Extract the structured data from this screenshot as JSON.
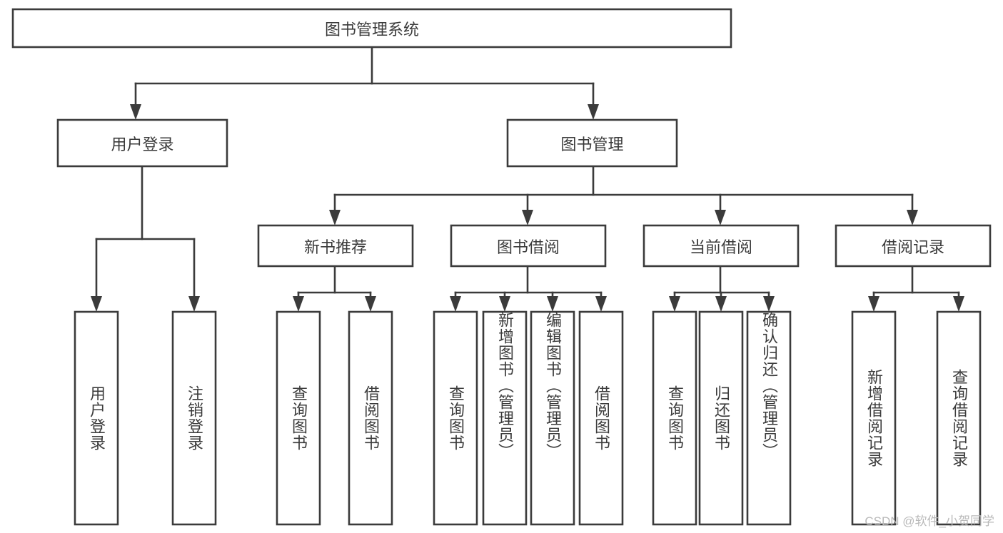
{
  "diagram": {
    "title": "图书管理系统",
    "type": "tree-hierarchy",
    "colors": {
      "stroke": "#3b3b3b",
      "fill": "#ffffff",
      "text": "#3b3b3b",
      "watermark": "#b9b9b9"
    },
    "root": {
      "label": "图书管理系统"
    },
    "level2": [
      {
        "label": "用户登录"
      },
      {
        "label": "图书管理"
      }
    ],
    "level3": [
      {
        "label": "新书推荐"
      },
      {
        "label": "图书借阅"
      },
      {
        "label": "当前借阅"
      },
      {
        "label": "借阅记录"
      }
    ],
    "leaves": {
      "user_login": [
        {
          "label": "用户登录"
        },
        {
          "label": "注销登录"
        }
      ],
      "new_book_recommend": [
        {
          "label": "查询图书"
        },
        {
          "label": "借阅图书"
        }
      ],
      "book_borrow": [
        {
          "label": "查询图书"
        },
        {
          "label": "新增图书（管理员）"
        },
        {
          "label": "编辑图书（管理员）"
        },
        {
          "label": "借阅图书"
        }
      ],
      "current_borrow": [
        {
          "label": "查询图书"
        },
        {
          "label": "归还图书"
        },
        {
          "label": "确认归还（管理员）"
        }
      ],
      "borrow_record": [
        {
          "label": "新增借阅记录"
        },
        {
          "label": "查询借阅记录"
        }
      ]
    }
  },
  "watermark": {
    "text": "CSDN @软件_小贺同学"
  }
}
